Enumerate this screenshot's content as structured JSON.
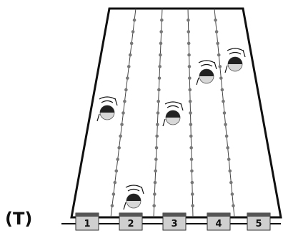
{
  "panel_label": "(T)",
  "lanes": [
    {
      "number": "1"
    },
    {
      "number": "2"
    },
    {
      "number": "3"
    },
    {
      "number": "4"
    },
    {
      "number": "5"
    }
  ],
  "robots": [
    {
      "name": "robot-lane-1"
    },
    {
      "name": "robot-lane-2"
    },
    {
      "name": "robot-lane-3"
    },
    {
      "name": "robot-lane-4a"
    },
    {
      "name": "robot-lane-4b"
    }
  ],
  "icons": {
    "robot": "robot-icon",
    "signal": "signal-waves-icon",
    "docking_station": "docking-station-icon"
  },
  "colors": {
    "outline": "#111111",
    "lane_line": "#444444",
    "node": "#777777",
    "station_fill": "#cfcfcf",
    "station_top": "#555555",
    "robot_dark": "#222222",
    "robot_light": "#d8d8d8"
  }
}
